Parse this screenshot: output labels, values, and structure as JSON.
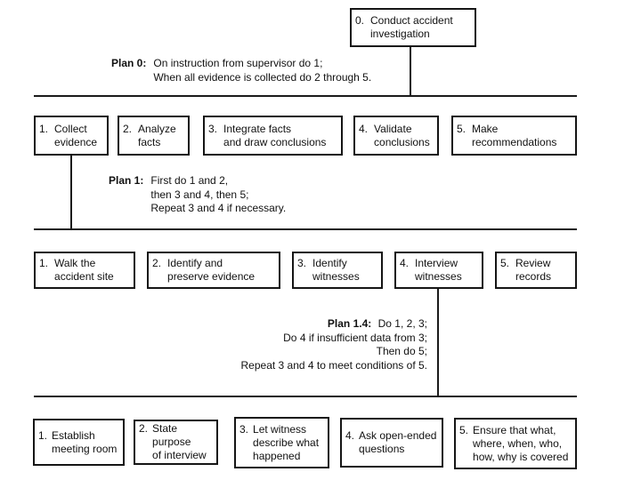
{
  "root": {
    "number": "0.",
    "label": "Conduct accident\ninvestigation"
  },
  "plans": {
    "plan0": {
      "label": "Plan 0:",
      "body": "On instruction from supervisor do 1;\nWhen all evidence is collected do 2 through 5."
    },
    "plan1": {
      "label": "Plan 1:",
      "body": "First do 1 and 2,\nthen 3 and 4, then 5;\nRepeat 3 and 4 if necessary."
    },
    "plan14": {
      "label": "Plan 1.4:",
      "body": "Do 1, 2, 3;\nDo 4 if insufficient data from 3;\nThen do 5;\nRepeat 3 and 4 to meet conditions of 5."
    }
  },
  "level1": [
    {
      "number": "1.",
      "label": "Collect\nevidence"
    },
    {
      "number": "2.",
      "label": "Analyze\nfacts"
    },
    {
      "number": "3.",
      "label": "Integrate facts\nand draw conclusions"
    },
    {
      "number": "4.",
      "label": "Validate\nconclusions"
    },
    {
      "number": "5.",
      "label": "Make\nrecommendations"
    }
  ],
  "level2": [
    {
      "number": "1.",
      "label": "Walk the\naccident site"
    },
    {
      "number": "2.",
      "label": "Identify and\npreserve evidence"
    },
    {
      "number": "3.",
      "label": "Identify\nwitnesses"
    },
    {
      "number": "4.",
      "label": "Interview\nwitnesses"
    },
    {
      "number": "5.",
      "label": "Review\nrecords"
    }
  ],
  "level3": [
    {
      "number": "1.",
      "label": "Establish\nmeeting room"
    },
    {
      "number": "2.",
      "label": "State purpose\nof interview"
    },
    {
      "number": "3.",
      "label": "Let witness\ndescribe what\nhappened"
    },
    {
      "number": "4.",
      "label": "Ask open-ended\nquestions"
    },
    {
      "number": "5.",
      "label": "Ensure that what,\nwhere, when, who,\nhow, why is covered"
    }
  ]
}
